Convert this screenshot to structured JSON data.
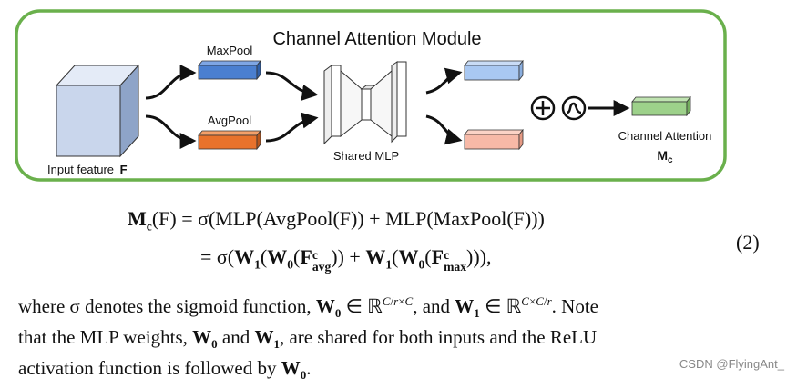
{
  "figure": {
    "title": "Channel Attention Module",
    "input_label": "Input feature",
    "input_symbol": "F",
    "maxpool_label": "MaxPool",
    "avgpool_label": "AvgPool",
    "mlp_label": "Shared MLP",
    "output_label": "Channel Attention",
    "output_symbol_main": "M",
    "output_symbol_sub": "c",
    "colors": {
      "border": "#6ab04c",
      "maxpool": "#4a7fd0",
      "avgpool": "#e8722c",
      "out_max": "#a9c8f2",
      "out_avg": "#f7b9a7",
      "output": "#9dd18a",
      "cube": "#c9d6ec"
    }
  },
  "equation": {
    "lhs_main": "M",
    "lhs_sub": "c",
    "line1_rest": "(F) = σ(MLP(AvgPool(F)) + MLP(MaxPool(F)))",
    "line2": "= σ(W1(W0(Fcavg)) + W1(W0(Fcmax))),",
    "number": "(2)"
  },
  "paragraph": {
    "line1": "where σ denotes the sigmoid function, W0 ∈ ℝC/r×C, and W1 ∈ ℝC×C/r. Note",
    "line2": "that the MLP weights, W0 and W1, are shared for both inputs and the ReLU",
    "line3": "activation function is followed by W0."
  },
  "watermark": "CSDN @FlyingAnt_"
}
